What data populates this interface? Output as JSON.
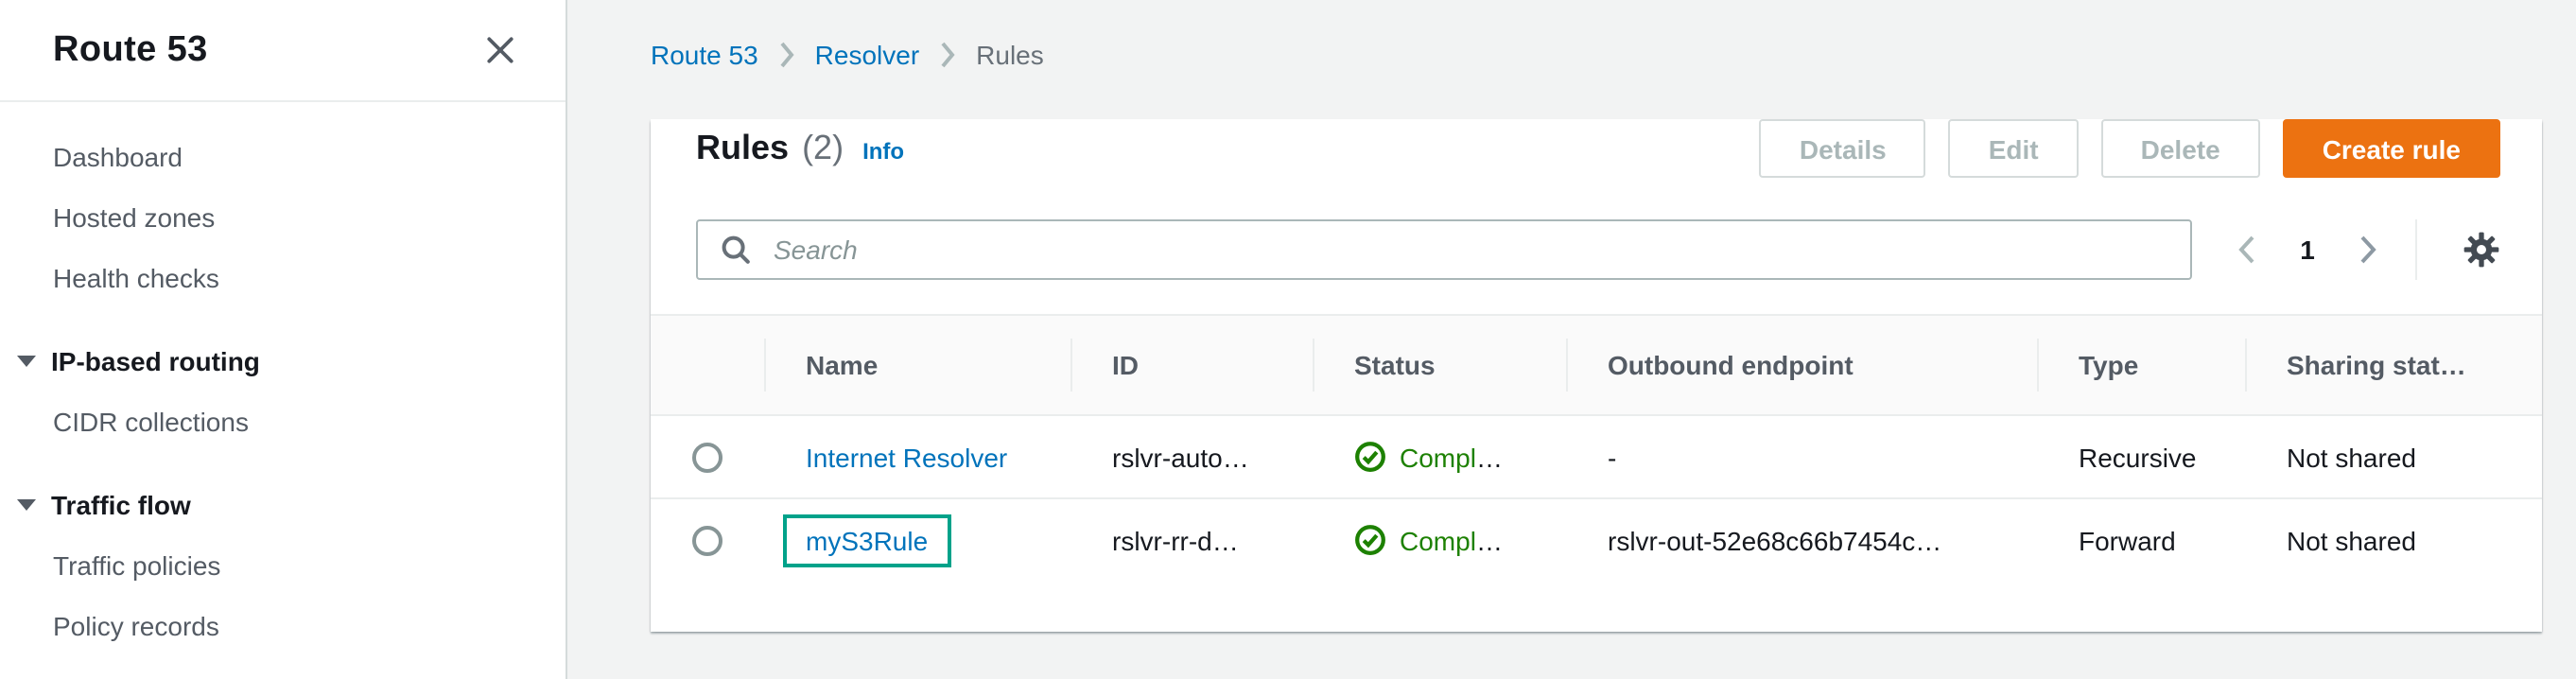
{
  "sidebar": {
    "title": "Route 53",
    "items": [
      {
        "label": "Dashboard",
        "type": "link"
      },
      {
        "label": "Hosted zones",
        "type": "link"
      },
      {
        "label": "Health checks",
        "type": "link"
      },
      {
        "label": "IP-based routing",
        "type": "section"
      },
      {
        "label": "CIDR collections",
        "type": "link"
      },
      {
        "label": "Traffic flow",
        "type": "section"
      },
      {
        "label": "Traffic policies",
        "type": "link"
      },
      {
        "label": "Policy records",
        "type": "link"
      }
    ]
  },
  "breadcrumb": {
    "items": [
      "Route 53",
      "Resolver",
      "Rules"
    ]
  },
  "panel": {
    "title": "Rules",
    "count": "(2)",
    "info_label": "Info",
    "buttons": {
      "details": "Details",
      "edit": "Edit",
      "delete": "Delete",
      "create": "Create rule"
    },
    "search_placeholder": "Search",
    "pagination": {
      "page": "1"
    }
  },
  "table": {
    "columns": [
      "Name",
      "ID",
      "Status",
      "Outbound endpoint",
      "Type",
      "Sharing stat…"
    ],
    "rows": [
      {
        "name": "Internet Resolver",
        "id": "rslvr-auto…",
        "status": {
          "label": "Compl",
          "ellipsis": "…"
        },
        "outbound": "-",
        "type": "Recursive",
        "sharing": "Not shared"
      },
      {
        "name": "myS3Rule",
        "id": "rslvr-rr-d…",
        "status": {
          "label": "Compl",
          "ellipsis": "…"
        },
        "outbound": "rslvr-out-52e68c66b7454c…",
        "type": "Forward",
        "sharing": "Not shared"
      }
    ]
  },
  "icons": {
    "close": "x-mark",
    "section_toggle": "triangle-down",
    "breadcrumb_separator": "chevron-right",
    "search": "magnifier",
    "page_prev": "chevron-left",
    "page_next": "chevron-right",
    "settings": "gear",
    "status_ok": "check-circle",
    "row_select": "radio-circle"
  },
  "colors": {
    "accent_orange": "#ec7211",
    "link_blue": "#0073bb",
    "success_green": "#1d8102",
    "highlight_teal": "#00a28a",
    "background_gray": "#f2f3f3"
  }
}
